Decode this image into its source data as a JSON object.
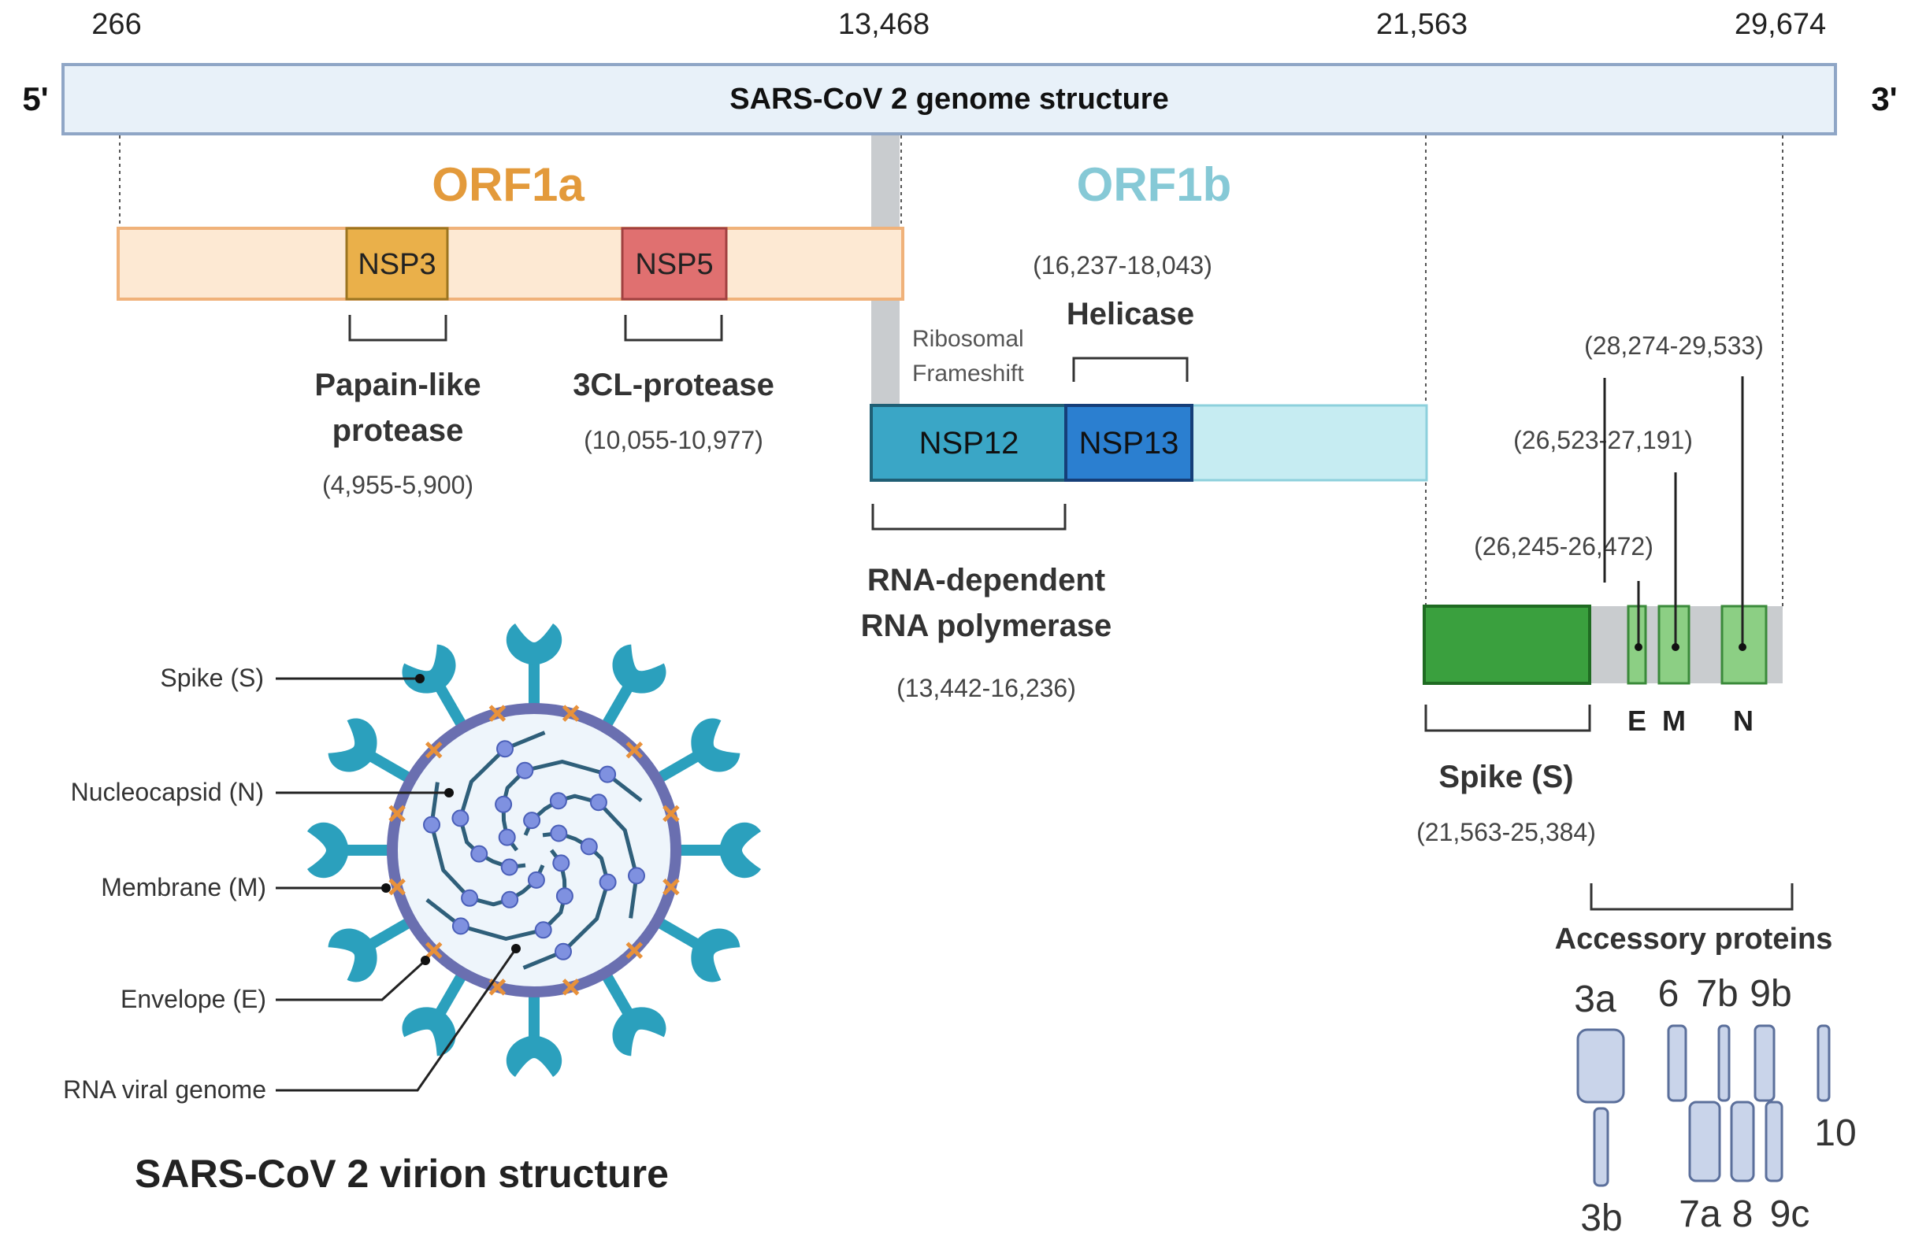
{
  "positions": {
    "p266": "266",
    "p13468": "13,468",
    "p21563": "21,563",
    "p29674": "29,674"
  },
  "ends": {
    "five_prime": "5'",
    "three_prime": "3'"
  },
  "genome_title": "SARS-CoV 2 genome structure",
  "orf1a": {
    "label": "ORF1a",
    "nsp3": "NSP3",
    "nsp5": "NSP5",
    "papain_line1": "Papain-like",
    "papain_line2": "protease",
    "papain_range": "(4,955-5,900)",
    "cl3_label": "3CL-protease",
    "cl3_range": "(10,055-10,977)"
  },
  "orf1b": {
    "label": "ORF1b",
    "frameshift_line1": "Ribosomal",
    "frameshift_line2": "Frameshift",
    "helicase_range": "(16,237-18,043)",
    "helicase_label": "Helicase",
    "nsp12": "NSP12",
    "nsp13": "NSP13",
    "rdrp_line1": "RNA-dependent",
    "rdrp_line2": "RNA polymerase",
    "rdrp_range": "(13,442-16,236)"
  },
  "structural": {
    "n_range": "(28,274-29,533)",
    "m_range": "(26,523-27,191)",
    "e_range": "(26,245-26,472)",
    "e_label": "E",
    "m_label": "M",
    "n_label": "N",
    "spike_label": "Spike (S)",
    "spike_range": "(21,563-25,384)"
  },
  "accessory": {
    "title": "Accessory proteins",
    "labels": {
      "a3a": "3a",
      "a6": "6",
      "a7b": "7b",
      "a9b": "9b",
      "a10": "10",
      "a3b": "3b",
      "a7a": "7a",
      "a8": "8",
      "a9c": "9c"
    }
  },
  "virion": {
    "title": "SARS-CoV 2 virion structure",
    "spike": "Spike (S)",
    "nucleocapsid": "Nucleocapsid (N)",
    "membrane": "Membrane (M)",
    "envelope": "Envelope (E)",
    "rna": "RNA viral genome"
  },
  "colors": {
    "genome_fill": "#e8f1f9",
    "genome_stroke": "#8fa6c6",
    "orf1a_text": "#e39a3b",
    "orf1a_fill": "#fde9d3",
    "orf1a_stroke": "#f0b27a",
    "nsp3_fill": "#eab04a",
    "nsp5_fill": "#e07070",
    "orf1b_text": "#86c9d6",
    "orf1b_fill": "#c6ecf2",
    "nsp12_fill": "#3aa6c6",
    "nsp13_fill": "#2b7fd0",
    "spike_green": "#3aa03e",
    "light_green": "#8ccf84",
    "grey_band": "#c9cccf",
    "accessory_fill": "#c9d4ea",
    "accessory_stroke": "#5b6f9b",
    "virion_membrane": "#6a6fb0",
    "virion_spike": "#2ba0bd",
    "virion_core": "#eef5fb",
    "rna_dot": "#7f91e0",
    "e_protein": "#e8913a"
  }
}
